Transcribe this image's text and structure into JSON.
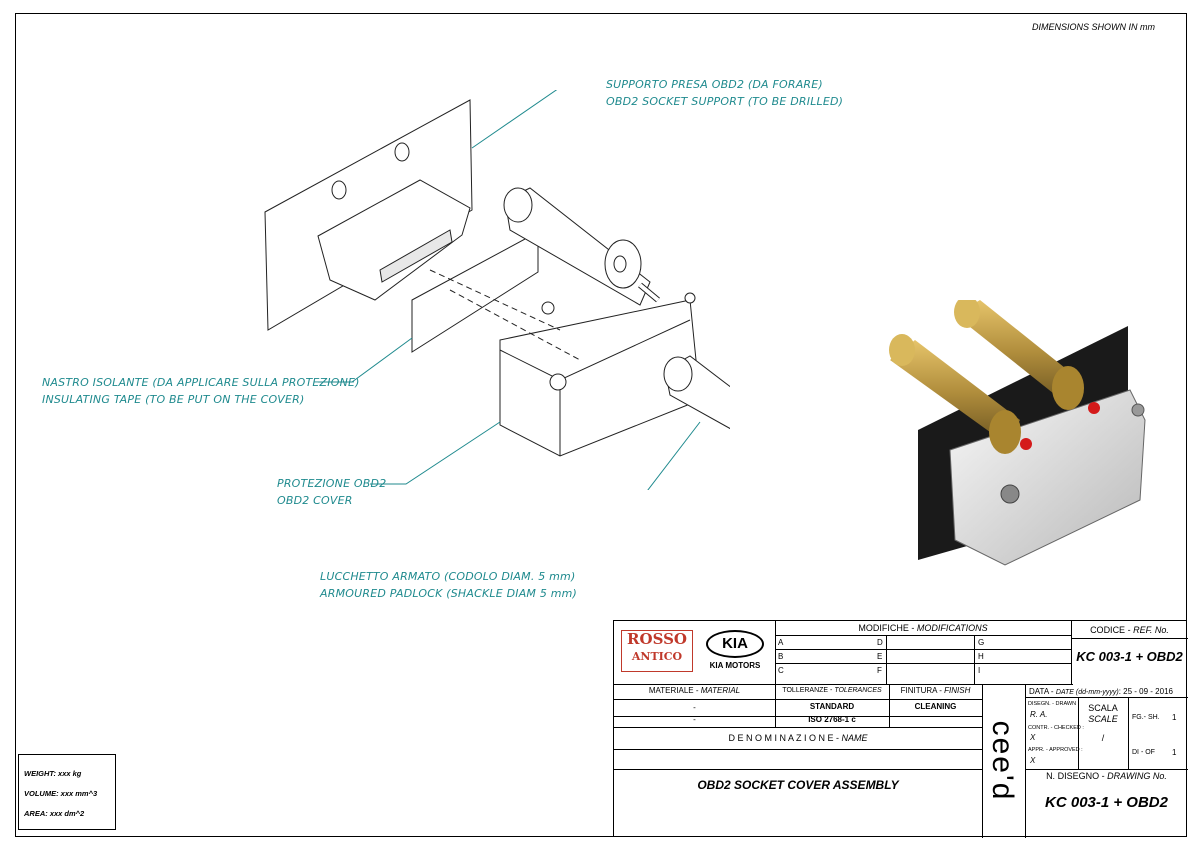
{
  "header": {
    "units_note": "DIMENSIONS SHOWN IN mm"
  },
  "callouts": {
    "support_it": "SUPPORTO PRESA OBD2 (DA FORARE)",
    "support_en": "OBD2 SOCKET SUPPORT (TO BE DRILLED)",
    "tape_it": "NASTRO ISOLANTE (DA APPLICARE SULLA PROTEZIONE)",
    "tape_en": "INSULATING TAPE (TO BE PUT ON THE COVER)",
    "cover_it": "PROTEZIONE OBD2",
    "cover_en": "OBD2 COVER",
    "padlock_it": "LUCCHETTO ARMATO (CODOLO DIAM. 5 mm)",
    "padlock_en": "ARMOURED PADLOCK (SHACKLE DIAM 5 mm)"
  },
  "properties": {
    "weight": "WEIGHT: xxx kg",
    "volume": "VOLUME: xxx mm^3",
    "area": "AREA: xxx dm^2"
  },
  "title_block": {
    "logo_rosso": "ROSSO",
    "logo_antico": "ANTICO",
    "logo_kia": "KIA",
    "logo_kia_motors": "KIA MOTORS",
    "modifications_label": "MODIFICHE - ",
    "modifications_label_en": "MODIFICATIONS",
    "mod_letters": [
      "A",
      "B",
      "C",
      "D",
      "E",
      "F",
      "G",
      "H",
      "I"
    ],
    "code_label": "CODICE - ",
    "code_label_en": "REF. No.",
    "code_value": "KC 003-1 + OBD2",
    "material_label": "MATERIALE - ",
    "material_label_en": "MATERIAL",
    "material_values": [
      "-",
      "-"
    ],
    "tolerances_label": "TOLLERANZE - ",
    "tolerances_label_en": "TOLERANCES",
    "tolerances_value1": "STANDARD",
    "tolerances_value2": "ISO 2768-1 c",
    "finish_label": "FINITURA - ",
    "finish_label_en": "FINISH",
    "finish_value": "CLEANING",
    "brand_mark": "cee'd",
    "date_label": "DATA - ",
    "date_label_en": "DATE (dd-mm-yyyy)",
    "date_value": ": 25 - 09 - 2016",
    "drawn_label": "DISEGN. - DRAWN :",
    "drawn_value": "R. A.",
    "checked_label": "CONTR. - CHECKED :",
    "checked_value": "X",
    "approved_label": "APPR. - APPROVED :",
    "approved_value": "X",
    "scale_label": "SCALA",
    "scale_label_en": "SCALE",
    "scale_value": "/",
    "sheet_label": "FG.- SH.",
    "sheet_value": "1",
    "of_label": "DI - OF",
    "of_value": "1",
    "name_label": "D E N O M I N A Z I O N E - ",
    "name_label_en": "NAME",
    "name_value": "OBD2 SOCKET COVER ASSEMBLY",
    "drawing_no_label": "N. DISEGNO - ",
    "drawing_no_label_en": "DRAWING No.",
    "drawing_no_value": "KC 003-1 + OBD2"
  },
  "colors": {
    "callout": "#1f8a8e",
    "logo_red": "#c0392b",
    "brass": "#b08d3c",
    "pin_red": "#d41a1a"
  }
}
